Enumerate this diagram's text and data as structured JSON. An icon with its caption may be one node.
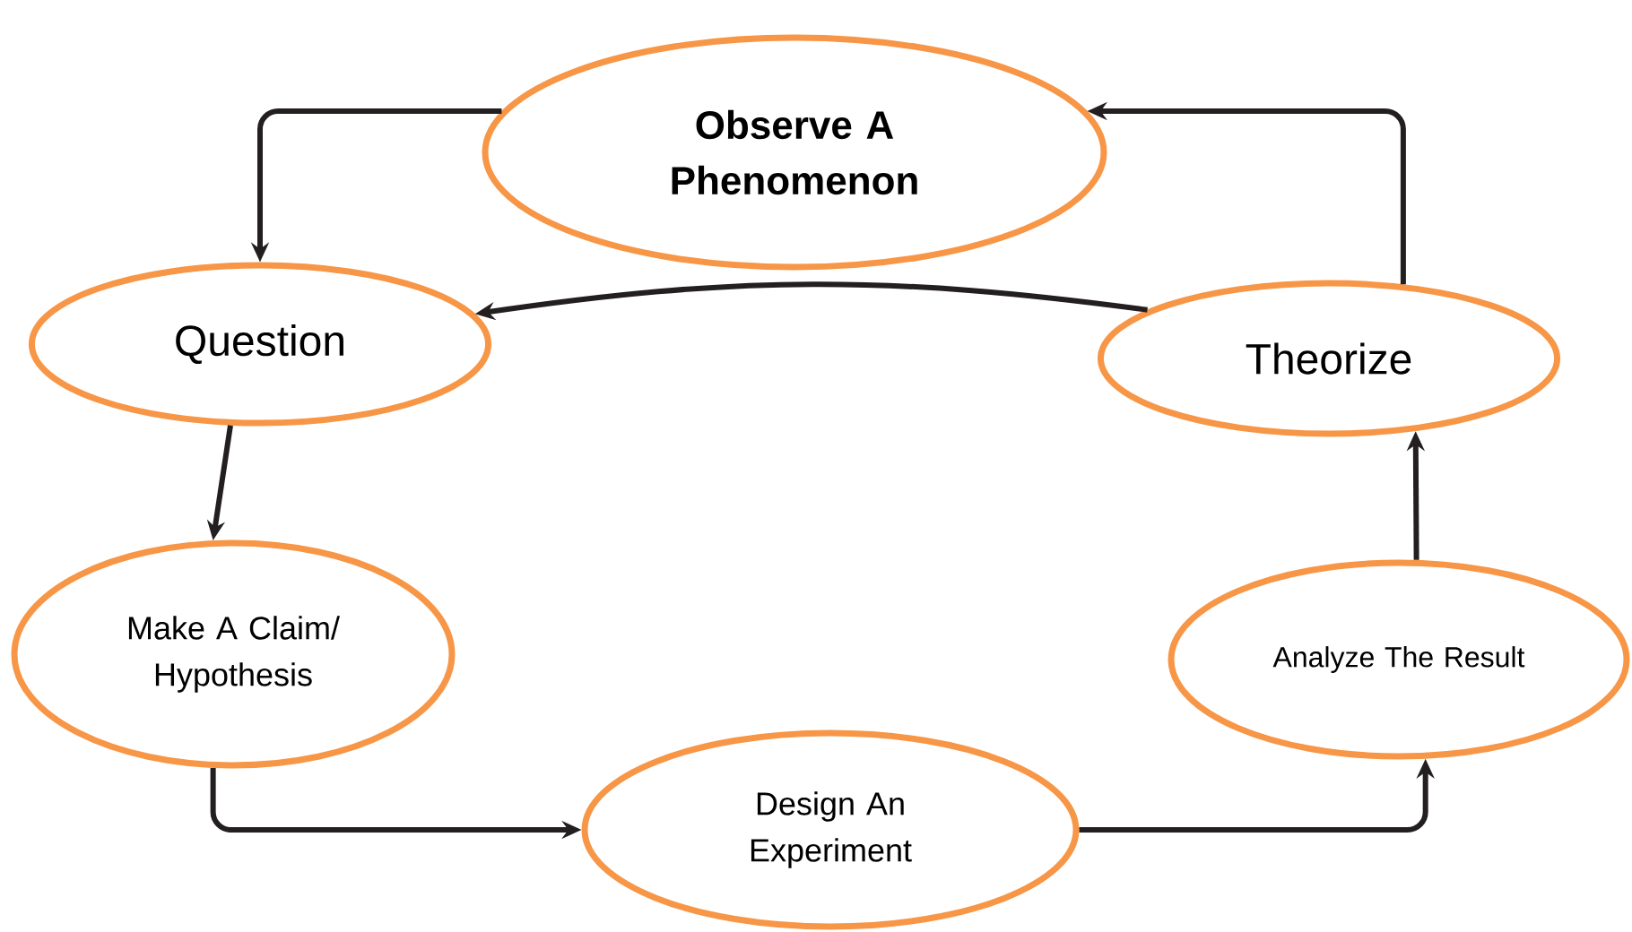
{
  "diagram": {
    "nodes": [
      {
        "text": [
          "Observe A Phenomenon"
        ]
      },
      {
        "text": [
          "Question"
        ]
      },
      {
        "text": [
          "Theorize"
        ]
      },
      {
        "text": [
          "Make A Claim/ Hypothesis"
        ]
      },
      {
        "text": [
          "Analyze The Result"
        ]
      },
      {
        "text": [
          "Design An Experiment"
        ]
      }
    ],
    "edges": [
      {
        "from": 0,
        "to": 1,
        "arrow": "to"
      },
      {
        "from": 1,
        "to": 3,
        "arrow": "to"
      },
      {
        "from": 3,
        "to": 5,
        "arrow": "to"
      },
      {
        "from": 5,
        "to": 4,
        "arrow": "to"
      },
      {
        "from": 4,
        "to": 2,
        "arrow": "to"
      },
      {
        "from": 2,
        "to": 0,
        "arrow": "to"
      },
      {
        "from": 2,
        "to": 1,
        "arrow": "to"
      }
    ]
  }
}
